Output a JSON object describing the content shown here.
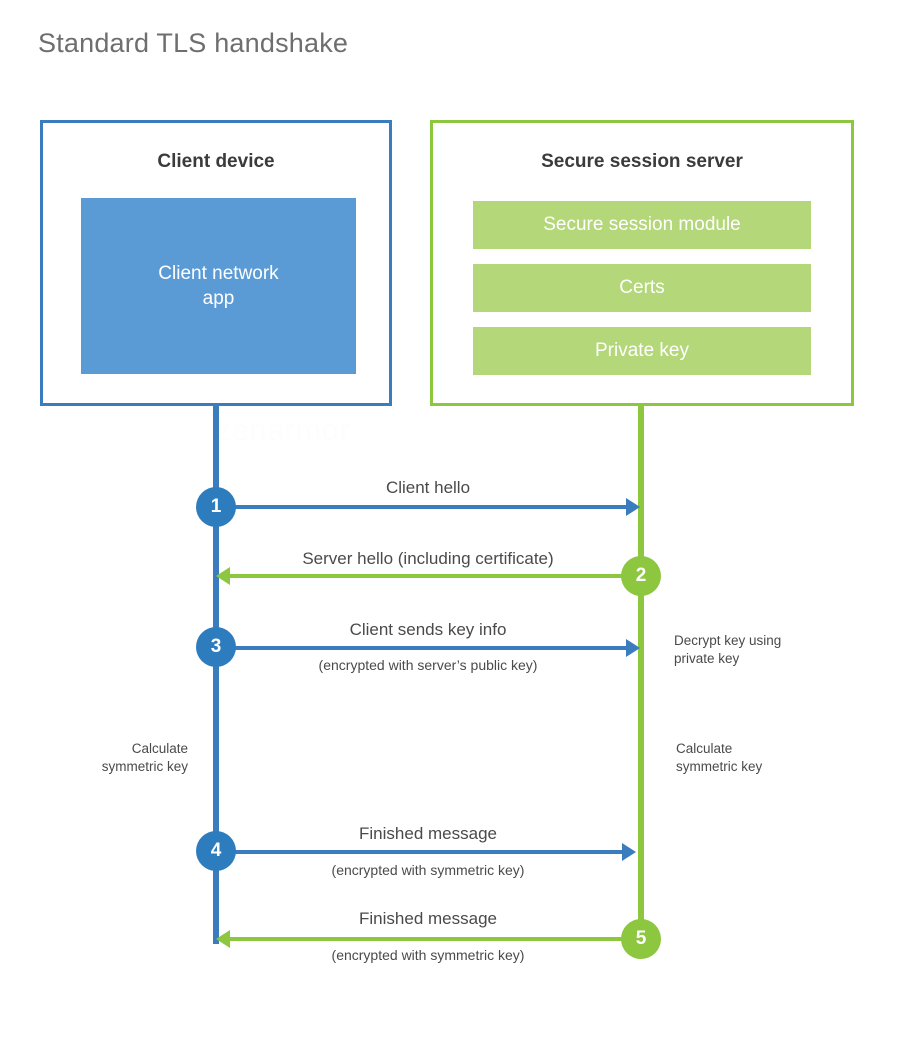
{
  "title": "Standard TLS handshake",
  "colors": {
    "client_border": "#3a7cbd",
    "client_fill": "#5b9bd5",
    "server_border": "#8dc63f",
    "server_fill": "#b3d779",
    "client_circle": "#2d7cbd",
    "server_circle": "#8dc63f",
    "title_text": "#6e6e6e",
    "body_text": "#4a4a4a"
  },
  "client_panel": {
    "title": "Client device",
    "app_label": "Client network\napp"
  },
  "server_panel": {
    "title": "Secure session server",
    "bars": [
      {
        "label": "Secure session module"
      },
      {
        "label": "Certs"
      },
      {
        "label": "Private key"
      }
    ]
  },
  "watermark": {
    "text": "zenarmor"
  },
  "steps": [
    {
      "number": "1",
      "direction": "client-to-server",
      "color": "blue",
      "main": "Client hello",
      "sub": ""
    },
    {
      "number": "2",
      "direction": "server-to-client",
      "color": "green",
      "main": "Server hello (including certificate)",
      "sub": ""
    },
    {
      "number": "3",
      "direction": "client-to-server",
      "color": "blue",
      "main": "Client sends key info",
      "sub": "(encrypted with server’s public key)"
    },
    {
      "number": "4",
      "direction": "client-to-server",
      "color": "blue",
      "main": "Finished message",
      "sub": "(encrypted with symmetric key)"
    },
    {
      "number": "5",
      "direction": "server-to-client",
      "color": "green",
      "main": "Finished message",
      "sub": "(encrypted with symmetric key)"
    }
  ],
  "notes": {
    "server_decrypt": "Decrypt key using\nprivate key",
    "client_calc": "Calculate\nsymmetric key",
    "server_calc": "Calculate\nsymmetric key"
  }
}
